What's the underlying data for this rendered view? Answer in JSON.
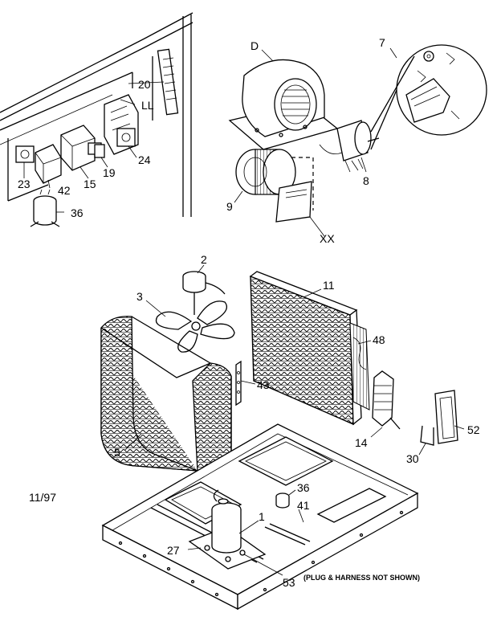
{
  "diagram": {
    "date": "11/97",
    "note": "(PLUG & HARNESS NOT SHOWN)",
    "labels": {
      "D": "D",
      "p7": "7",
      "p20": "20",
      "LL": "LL",
      "p8": "8",
      "p9": "9",
      "XX": "XX",
      "p19": "19",
      "p24": "24",
      "p23": "23",
      "p42": "42",
      "p15": "15",
      "p36a": "36",
      "p2": "2",
      "p3": "3",
      "p11": "11",
      "p48": "48",
      "p43": "43",
      "p5": "5",
      "p14": "14",
      "p52": "52",
      "p30": "30",
      "p36b": "36",
      "p41": "41",
      "p1": "1",
      "p27": "27",
      "p53": "53"
    }
  }
}
